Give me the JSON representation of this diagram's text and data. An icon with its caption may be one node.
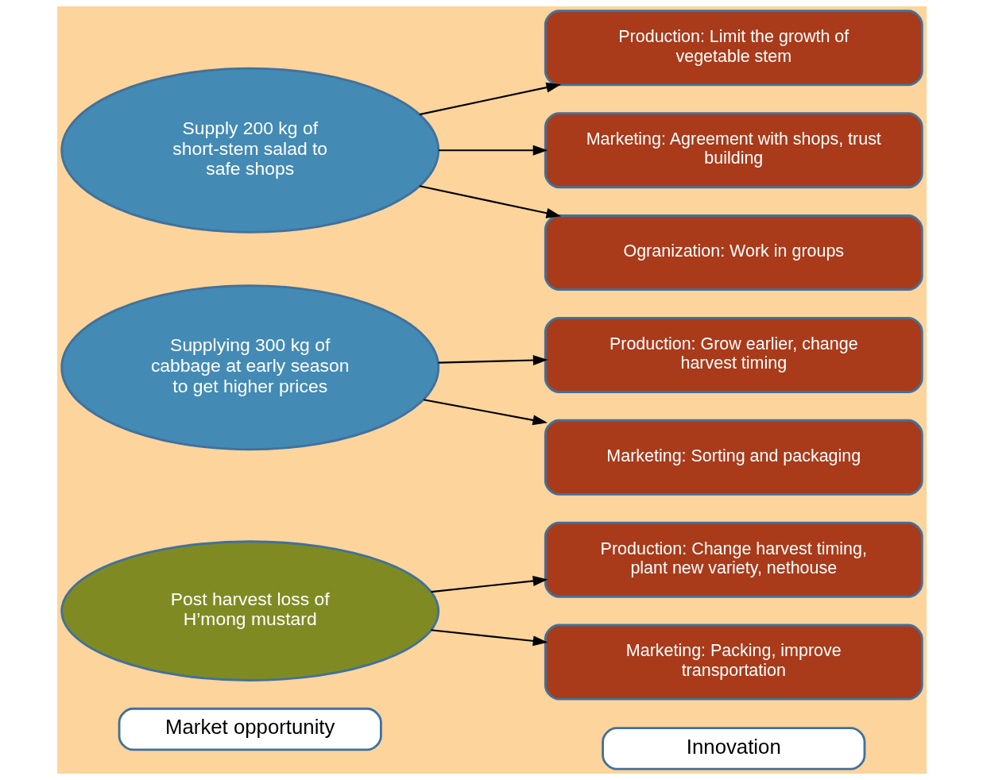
{
  "diagram": {
    "nodes": [
      {
        "text": [
          "Market opportunity"
        ]
      },
      {
        "text": [
          "Innovation"
        ]
      },
      {
        "text": [
          "Post harvest loss of H’mong mustard"
        ]
      },
      {
        "text": [
          "Supplying 300 kg of cabbage at early season to get higher prices"
        ]
      },
      {
        "text": [
          "Supply 200 kg of short-stem salad to safe shops"
        ]
      },
      {
        "text": [
          "Production: Change harvest timing, plant new variety, nethouse"
        ]
      },
      {
        "text": [
          "Marketing: Packing, improve transportation"
        ]
      },
      {
        "text": [
          "Production: Grow earlier, change harvest timing"
        ]
      },
      {
        "text": [
          "Marketing: Sorting and packaging"
        ]
      },
      {
        "text": [
          "Production: Limit the growth of vegetable stem"
        ]
      },
      {
        "text": [
          "Marketing: Agreement with shops, trust building"
        ]
      },
      {
        "text": [
          "Ogranization: Work in groups"
        ]
      }
    ],
    "edges": [
      {
        "from": 2,
        "to": 5,
        "arrow": "to"
      },
      {
        "from": 2,
        "to": 6,
        "arrow": "to"
      },
      {
        "from": 3,
        "to": 7,
        "arrow": "to"
      },
      {
        "from": 3,
        "to": 8,
        "arrow": "to"
      },
      {
        "from": 4,
        "to": 9,
        "arrow": "to"
      },
      {
        "from": 4,
        "to": 10,
        "arrow": "to"
      },
      {
        "from": 4,
        "to": 11,
        "arrow": "to"
      }
    ]
  }
}
